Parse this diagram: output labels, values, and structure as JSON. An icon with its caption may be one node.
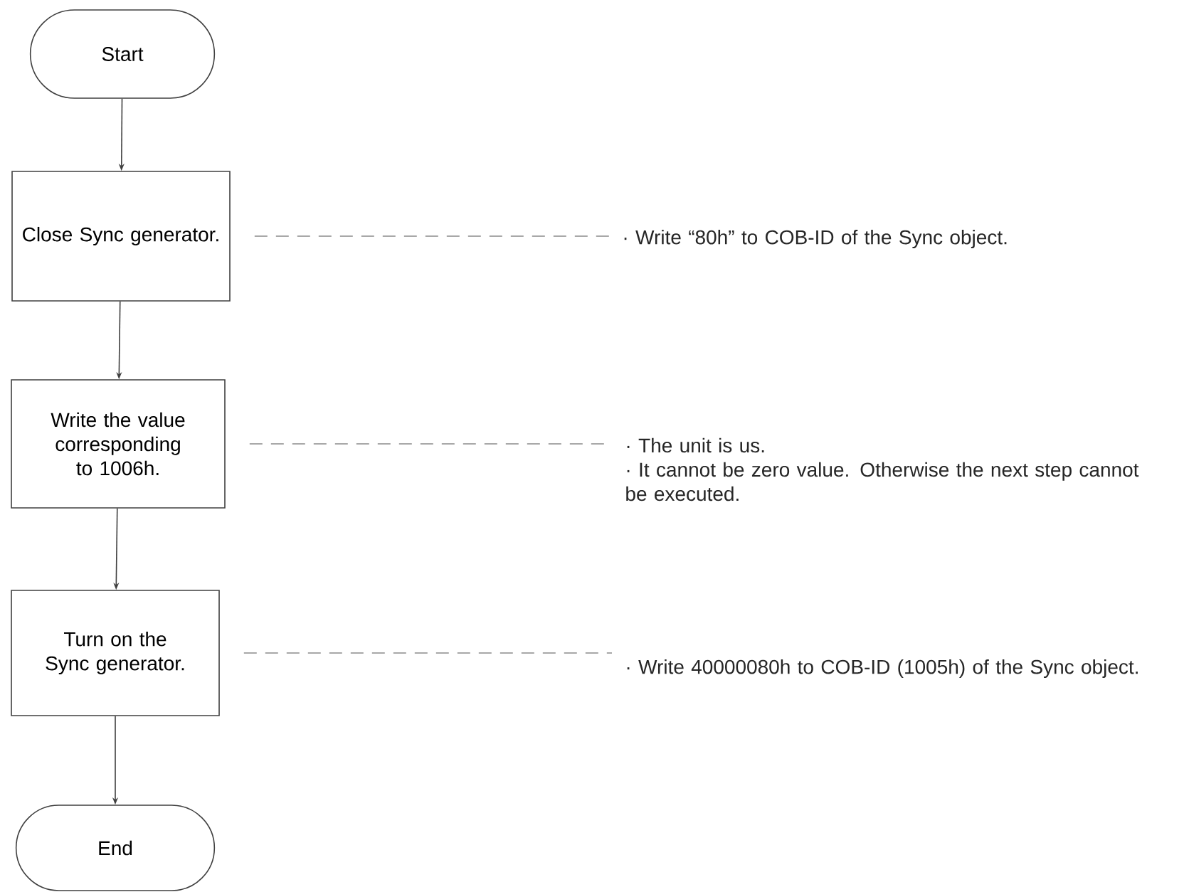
{
  "diagram": {
    "nodes": [
      {
        "text": [
          "Start"
        ]
      },
      {
        "text": [
          "Close Sync generator."
        ]
      },
      {
        "text": [
          "Write the value corresponding to 1006h."
        ]
      },
      {
        "text": [
          "Turn on the Sync generator."
        ]
      },
      {
        "text": [
          "End"
        ]
      },
      {
        "text": [
          "· Write “80h” to COB-ID of the Sync object."
        ]
      },
      {
        "text": [
          "· The unit is us.",
          "· It cannot be zero value. Otherwise the next step cannot be executed."
        ]
      },
      {
        "text": [
          "· Write 40000080h to COB-ID (1005h) of the Sync object."
        ]
      }
    ],
    "edges": [
      {
        "from": 0,
        "to": 1,
        "arrow": "to"
      },
      {
        "from": 1,
        "to": 2,
        "arrow": "to"
      },
      {
        "from": 2,
        "to": 3,
        "arrow": "to"
      },
      {
        "from": 3,
        "to": 4,
        "arrow": "to"
      },
      {
        "from": 1,
        "to": 5,
        "arrow": "none",
        "style": "dashed",
        "color": "#8c8c8c"
      },
      {
        "from": 2,
        "to": 6,
        "arrow": "none",
        "style": "dashed",
        "color": "#8c8c8c"
      },
      {
        "from": 3,
        "to": 7,
        "arrow": "none",
        "style": "dashed",
        "color": "#8c8c8c"
      }
    ]
  }
}
